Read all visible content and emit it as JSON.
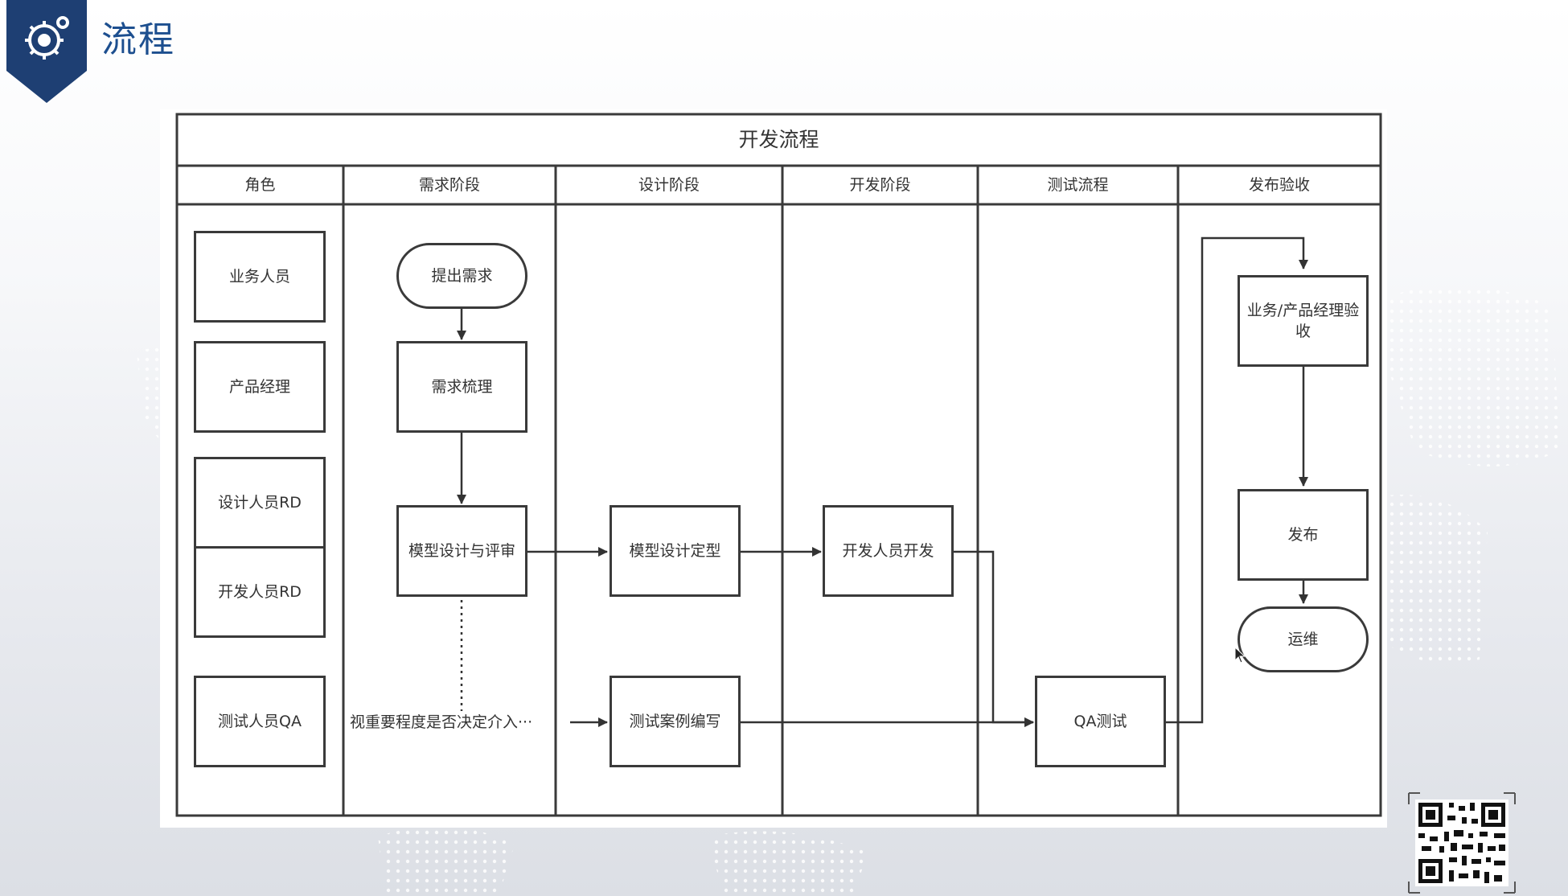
{
  "header": {
    "title": "流程",
    "logo_icon": "gear-person-icon",
    "brand_color": "#1e3f73"
  },
  "diagram": {
    "title": "开发流程",
    "columns": [
      "角色",
      "需求阶段",
      "设计阶段",
      "开发阶段",
      "测试流程",
      "发布验收"
    ],
    "roles": [
      "业务人员",
      "产品经理",
      "设计人员RD",
      "开发人员RD",
      "测试人员QA"
    ],
    "nodes": {
      "raise_requirement": "提出需求",
      "requirement_review": "需求梳理",
      "model_design_review": "模型设计与评审",
      "model_design_final": "模型设计定型",
      "dev_develop": "开发人员开发",
      "test_case_writing": "测试案例编写",
      "qa_test": "QA测试",
      "acceptance": "业务/产品经理验收",
      "release": "发布",
      "operations": "运维"
    },
    "edge_labels": {
      "qa_involvement": "视重要程度是否决定介入"
    }
  },
  "qr_icon": "qr-code-icon"
}
